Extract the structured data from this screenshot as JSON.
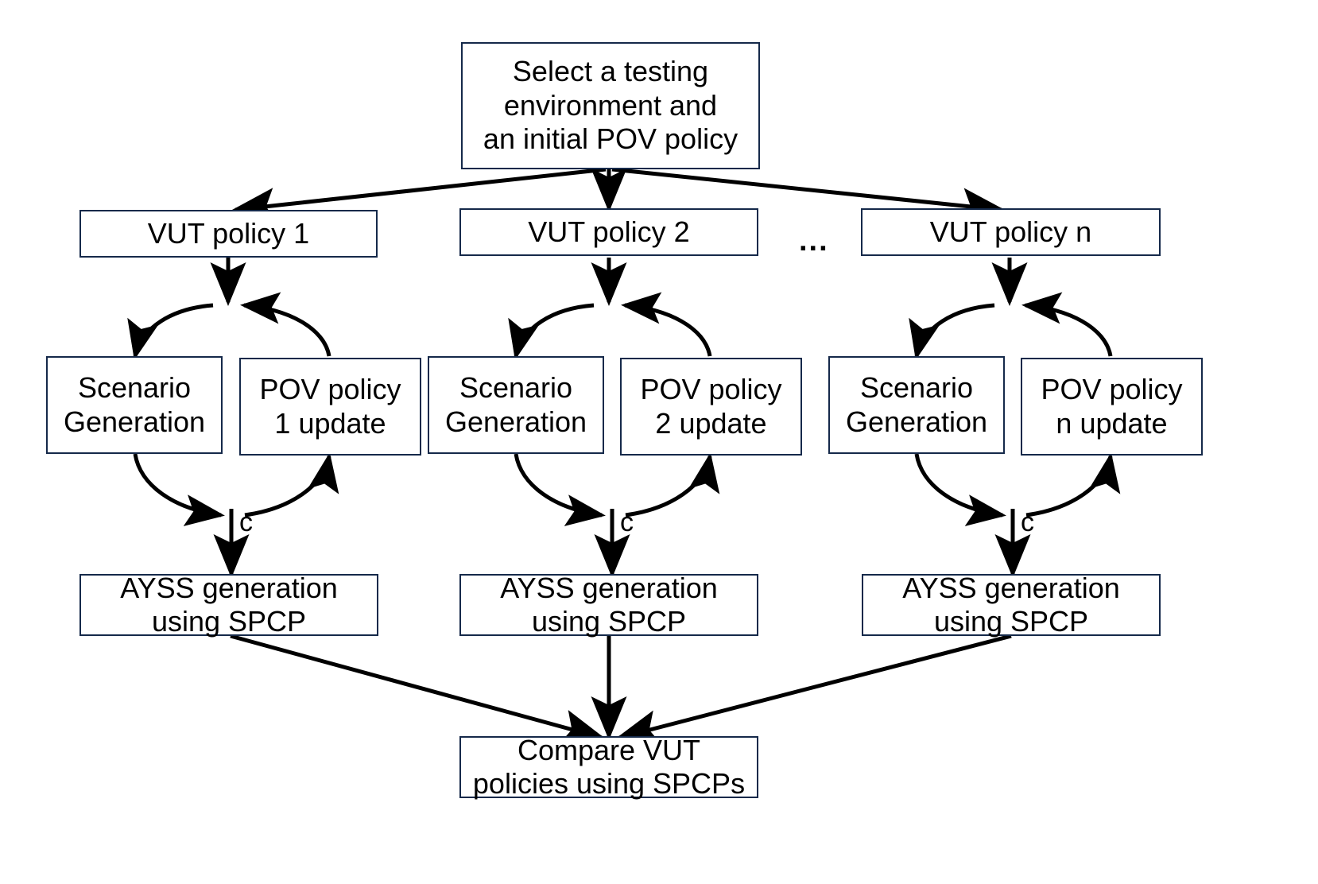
{
  "diagram": {
    "title": "VUT policy testing and comparison workflow",
    "border_color": "#15294a",
    "arrow_color": "#000000",
    "background_color": "#ffffff",
    "ellipsis": "...",
    "nodes": {
      "root": "Select a testing\nenvironment and\nan initial POV policy",
      "vut1": "VUT policy 1",
      "vut2": "VUT policy 2",
      "vutn": "VUT policy n",
      "scen1": "Scenario\nGeneration",
      "scen2": "Scenario\nGeneration",
      "scenn": "Scenario\nGeneration",
      "pov1": "POV policy\n1 update",
      "pov2": "POV policy\n2 update",
      "povn": "POV policy\nn update",
      "ayss1": "AYSS generation\nusing SPCP",
      "ayss2": "AYSS generation\nusing SPCP",
      "ayssn": "AYSS generation\nusing SPCP",
      "compare": "Compare VUT\npolicies using SPCPs"
    },
    "edge_labels": {
      "c1": "c",
      "c2": "c",
      "cn": "c"
    }
  }
}
